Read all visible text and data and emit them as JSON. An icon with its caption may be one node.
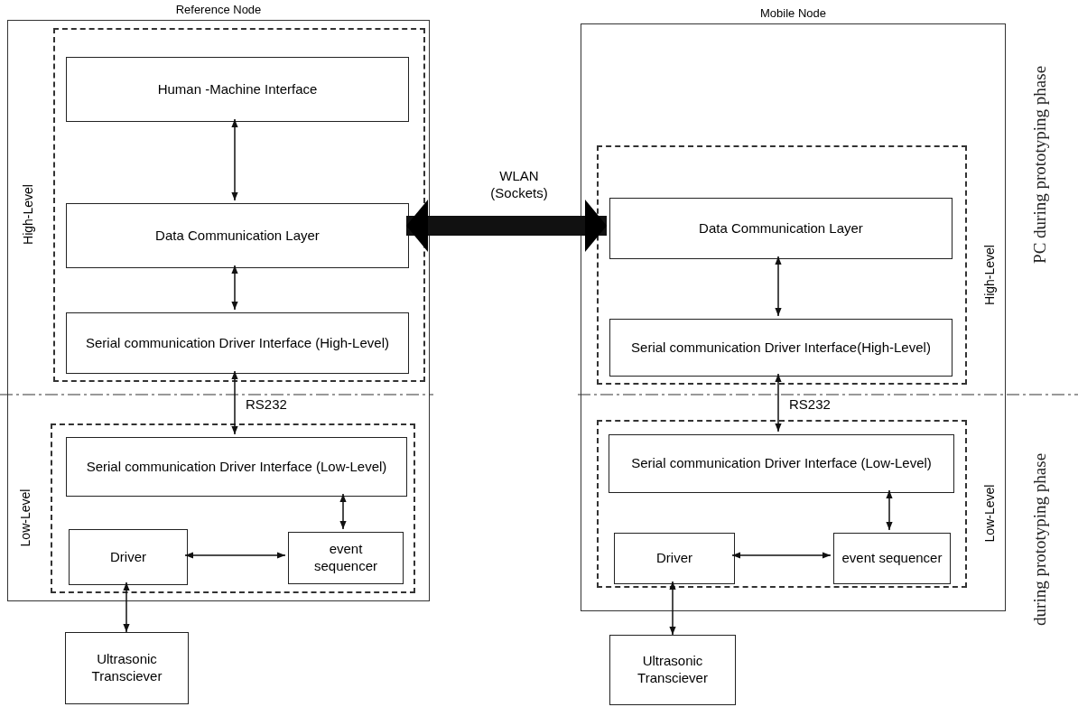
{
  "diagram": {
    "nodes": [
      {
        "text": [
          "Reference Node"
        ]
      },
      {
        "text": [
          "High-Level"
        ],
        "in": 0
      },
      {
        "text": [
          "Human -Machine Interface"
        ],
        "in": 1
      },
      {
        "text": [
          "Data Communication Layer"
        ],
        "in": 1
      },
      {
        "text": [
          "Serial communication Driver Interface (High-Level)"
        ],
        "in": 1
      },
      {
        "text": [
          "Low-Level"
        ],
        "in": 0
      },
      {
        "text": [
          "Serial communication Driver Interface (Low-Level)"
        ],
        "in": 5
      },
      {
        "text": [
          "Driver"
        ],
        "in": 5
      },
      {
        "text": [
          "event sequencer"
        ],
        "in": 5
      },
      {
        "text": [
          "Ultrasonic Transciever"
        ]
      },
      {
        "text": [
          "Mobile Node"
        ]
      },
      {
        "text": [
          "High-Level"
        ],
        "in": 10
      },
      {
        "text": [
          "Data Communication Layer"
        ],
        "in": 11
      },
      {
        "text": [
          "Serial communication Driver Interface(High-Level)"
        ],
        "in": 11
      },
      {
        "text": [
          "Low-Level"
        ],
        "in": 10
      },
      {
        "text": [
          "Serial communication Driver Interface (Low-Level)"
        ],
        "in": 14
      },
      {
        "text": [
          "Driver"
        ],
        "in": 14
      },
      {
        "text": [
          "event sequencer"
        ],
        "in": 14
      },
      {
        "text": [
          "Ultrasonic Transciever"
        ]
      }
    ],
    "edges": [
      {
        "from": 2,
        "to": 3,
        "arrow": "both"
      },
      {
        "from": 3,
        "to": 4,
        "arrow": "both"
      },
      {
        "from": 4,
        "to": 6,
        "arrow": "both",
        "label": "RS232"
      },
      {
        "from": 6,
        "to": 8,
        "arrow": "both"
      },
      {
        "from": 7,
        "to": 8,
        "arrow": "both"
      },
      {
        "from": 7,
        "to": 9,
        "arrow": "both"
      },
      {
        "from": 3,
        "to": 12,
        "arrow": "both",
        "label": "WLAN (Sockets)",
        "style": "thick"
      },
      {
        "from": 12,
        "to": 13,
        "arrow": "both"
      },
      {
        "from": 13,
        "to": 15,
        "arrow": "both",
        "label": "RS232"
      },
      {
        "from": 15,
        "to": 17,
        "arrow": "both"
      },
      {
        "from": 16,
        "to": 17,
        "arrow": "both"
      },
      {
        "from": 16,
        "to": 18,
        "arrow": "both"
      }
    ],
    "labels": [
      "PC during prototyping phase",
      "during prototyping phase"
    ]
  }
}
